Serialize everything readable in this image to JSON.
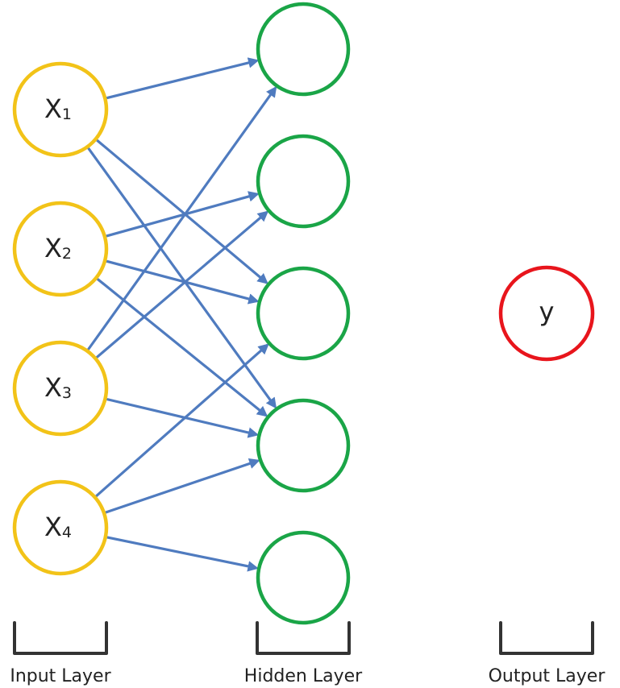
{
  "colors": {
    "input_stroke": "#f2c318",
    "hidden_stroke": "#1aa547",
    "output_stroke": "#e8151c",
    "edge": "#4f7bbf",
    "text": "#222222"
  },
  "input_nodes": [
    {
      "base": "X",
      "sub": "1"
    },
    {
      "base": "X",
      "sub": "2"
    },
    {
      "base": "X",
      "sub": "3"
    },
    {
      "base": "X",
      "sub": "4"
    }
  ],
  "hidden_node_count": 5,
  "output_node": {
    "label": "y"
  },
  "connections": [
    {
      "from": 1,
      "to": 1
    },
    {
      "from": 1,
      "to": 3
    },
    {
      "from": 1,
      "to": 4
    },
    {
      "from": 2,
      "to": 2
    },
    {
      "from": 2,
      "to": 3
    },
    {
      "from": 2,
      "to": 4
    },
    {
      "from": 3,
      "to": 1
    },
    {
      "from": 3,
      "to": 2
    },
    {
      "from": 3,
      "to": 4
    },
    {
      "from": 4,
      "to": 3
    },
    {
      "from": 4,
      "to": 4
    },
    {
      "from": 4,
      "to": 5
    }
  ],
  "layer_labels": {
    "input": "Input Layer",
    "hidden": "Hidden Layer",
    "output": "Output Layer"
  }
}
